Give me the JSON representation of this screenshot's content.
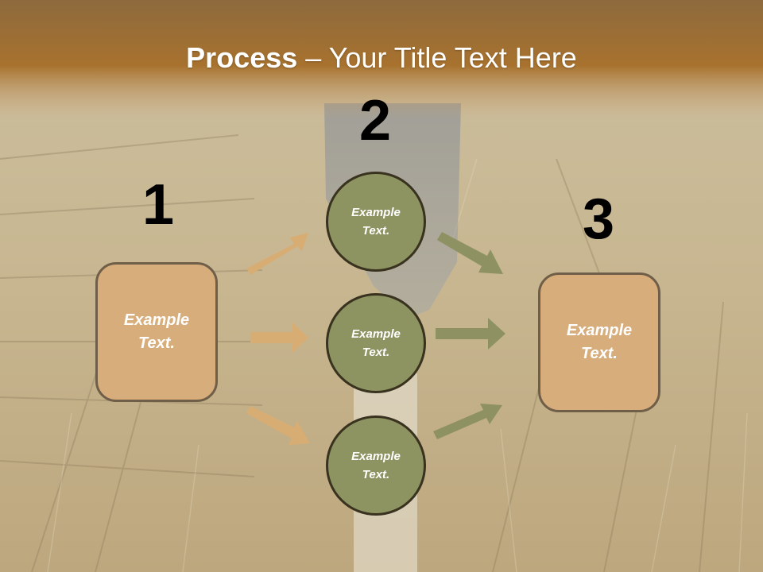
{
  "title": {
    "bold": "Process",
    "rest": " – Your Title Text Here"
  },
  "colors": {
    "header": "#a8722e",
    "box_fill": "#d7ad7b",
    "box_border": "#6f5e48",
    "circle_fill": "#8d9361",
    "circle_border": "#38321f",
    "arrow_tan": "#d8ad74",
    "arrow_olive": "#8e9262"
  },
  "steps": [
    {
      "number": "1",
      "text": "Example\nText."
    },
    {
      "number": "2",
      "items": [
        "Example\nText.",
        "Example\nText.",
        "Example\nText."
      ]
    },
    {
      "number": "3",
      "text": "Example\nText."
    }
  ]
}
